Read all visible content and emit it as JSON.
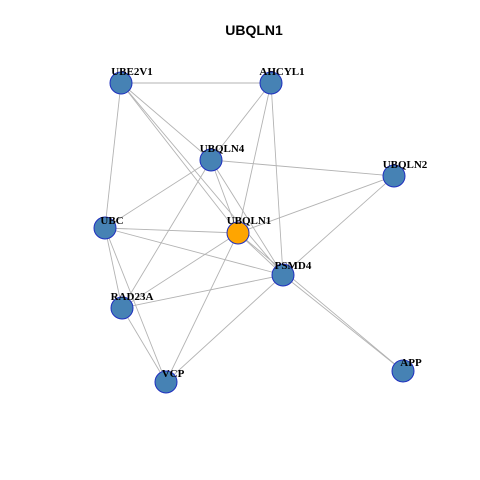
{
  "title": "UBQLN1",
  "colors": {
    "background": "#ffffff",
    "edge": "#b3b3b3",
    "node_fill": "#4682b4",
    "node_border": "#1f2fbf",
    "center_fill": "#ffa500",
    "label": "#000000"
  },
  "nodes": [
    {
      "id": "UBE2V1",
      "label": "UBE2V1",
      "center": false
    },
    {
      "id": "AHCYL1",
      "label": "AHCYL1",
      "center": false
    },
    {
      "id": "UBQLN4",
      "label": "UBQLN4",
      "center": false
    },
    {
      "id": "UBQLN2",
      "label": "UBQLN2",
      "center": false
    },
    {
      "id": "UBC",
      "label": "UBC",
      "center": false
    },
    {
      "id": "UBQLN1",
      "label": "UBQLN1",
      "center": true
    },
    {
      "id": "PSMD4",
      "label": "PSMD4",
      "center": false
    },
    {
      "id": "RAD23A",
      "label": "RAD23A",
      "center": false
    },
    {
      "id": "VCP",
      "label": "VCP",
      "center": false
    },
    {
      "id": "APP",
      "label": "APP",
      "center": false
    }
  ],
  "edges": [
    [
      "UBE2V1",
      "AHCYL1"
    ],
    [
      "UBE2V1",
      "UBQLN4"
    ],
    [
      "UBE2V1",
      "UBC"
    ],
    [
      "UBE2V1",
      "UBQLN1"
    ],
    [
      "UBE2V1",
      "PSMD4"
    ],
    [
      "AHCYL1",
      "UBQLN4"
    ],
    [
      "AHCYL1",
      "UBQLN1"
    ],
    [
      "AHCYL1",
      "PSMD4"
    ],
    [
      "UBQLN4",
      "UBQLN2"
    ],
    [
      "UBQLN4",
      "UBC"
    ],
    [
      "UBQLN4",
      "UBQLN1"
    ],
    [
      "UBQLN4",
      "PSMD4"
    ],
    [
      "UBQLN4",
      "RAD23A"
    ],
    [
      "UBQLN2",
      "UBQLN1"
    ],
    [
      "UBQLN2",
      "PSMD4"
    ],
    [
      "UBC",
      "UBQLN1"
    ],
    [
      "UBC",
      "PSMD4"
    ],
    [
      "UBC",
      "RAD23A"
    ],
    [
      "UBC",
      "VCP"
    ],
    [
      "UBQLN1",
      "RAD23A"
    ],
    [
      "UBQLN1",
      "VCP"
    ],
    [
      "UBQLN1",
      "APP"
    ],
    [
      "UBQLN1",
      "PSMD4"
    ],
    [
      "PSMD4",
      "RAD23A"
    ],
    [
      "PSMD4",
      "VCP"
    ],
    [
      "PSMD4",
      "APP"
    ],
    [
      "RAD23A",
      "VCP"
    ]
  ]
}
